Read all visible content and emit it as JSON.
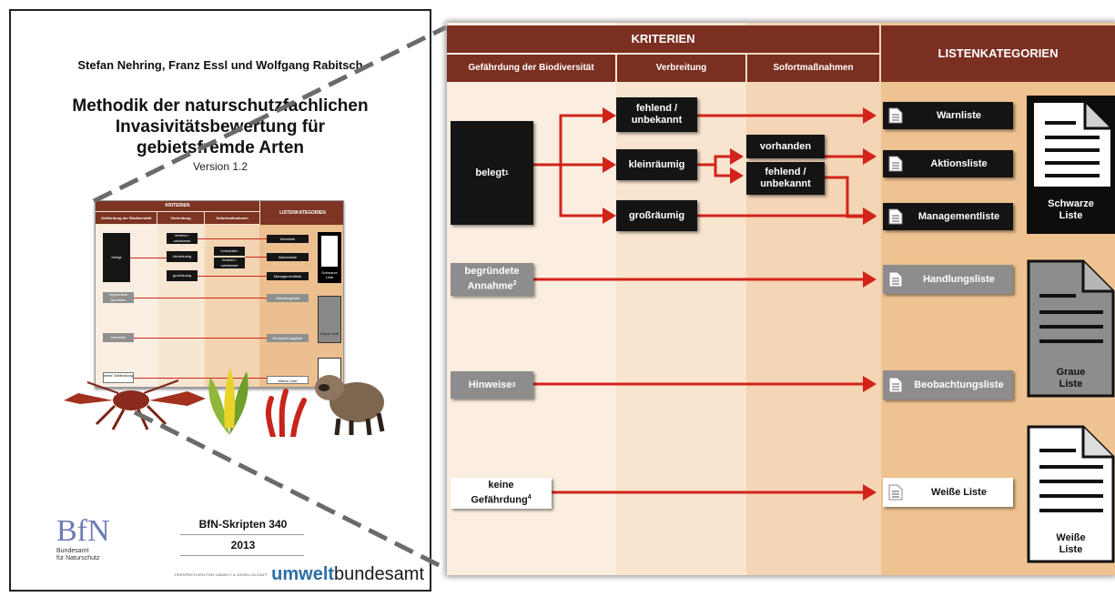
{
  "cover": {
    "authors": "Stefan Nehring, Franz Essl und Wolfgang Rabitsch",
    "title_lines": [
      "Methodik der naturschutzfachlichen",
      "Invasivitätsbewertung für",
      "gebietsfremde Arten"
    ],
    "version": "Version 1.2",
    "publisher_logo_letters": "BfN",
    "publisher_caption": [
      "Bundesamt",
      "für Naturschutz"
    ],
    "series": "BfN-Skripten 340",
    "year": "2013",
    "partner_tagline": "PERSPEKTIVEN FÜR UMWELT & GESELLSCHAFT",
    "partner_logo": {
      "part1": "umwelt",
      "part2": "bundesamt"
    },
    "thumbnail": {
      "header_left": "KRITERIEN",
      "header_right": "LISTENKATEGORIEN",
      "sub_headers": [
        "Gefährdung der Biodiversität",
        "Verbreitung",
        "Sofortmaßnahmen"
      ],
      "criteria": [
        "belegt",
        "begründete Annahme",
        "Hinweise",
        "keine Gefährdung"
      ],
      "spread": [
        "fehlend / unbekannt",
        "kleinräumig",
        "großräumig"
      ],
      "measures": [
        "vorhanden",
        "fehlend / unbekannt"
      ],
      "lists": [
        "Warnliste",
        "Aktionsliste",
        "Managementliste",
        "Handlungsliste",
        "Beobachtungsliste",
        "Weiße Liste"
      ],
      "big_docs": [
        "Schwarze Liste",
        "Graue Liste"
      ]
    }
  },
  "diagram": {
    "header_criteria": "KRITERIEN",
    "header_lists": "LISTENKATEGORIEN",
    "col_headers": [
      "Gefährdung der Biodiversität",
      "Verbreitung",
      "Sofortmaßnahmen"
    ],
    "criteria": [
      {
        "label": "belegt",
        "note": "1"
      },
      {
        "label_lines": [
          "begründete",
          "Annahme"
        ],
        "note": "2"
      },
      {
        "label": "Hinweise",
        "note": "3"
      },
      {
        "label_lines": [
          "keine",
          "Gefährdung"
        ],
        "note": "4"
      }
    ],
    "spread": [
      {
        "label_lines": [
          "fehlend /",
          "unbekannt"
        ]
      },
      {
        "label": "kleinräumig"
      },
      {
        "label": "großräumig"
      }
    ],
    "measures": [
      {
        "label": "vorhanden"
      },
      {
        "label_lines": [
          "fehlend /",
          "unbekannt"
        ]
      }
    ],
    "lists": [
      "Warnliste",
      "Aktionsliste",
      "Managementliste",
      "Handlungsliste",
      "Beobachtungsliste",
      "Weiße Liste"
    ],
    "big_docs": [
      {
        "lines": [
          "Schwarze",
          "Liste"
        ]
      },
      {
        "lines": [
          "Graue",
          "Liste"
        ]
      },
      {
        "lines": [
          "Weiße",
          "Liste"
        ]
      }
    ]
  },
  "colors": {
    "header": "#7a2f20",
    "arrow": "#d2231a",
    "black_box": "#141414",
    "grey_box": "#8d8d8d",
    "dash": "#6b6b6b"
  }
}
